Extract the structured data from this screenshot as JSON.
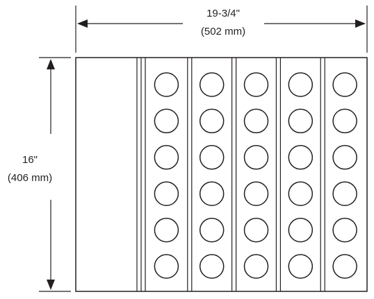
{
  "dimensions": {
    "width": {
      "imperial": "19-3/4\"",
      "metric": "(502 mm)"
    },
    "height": {
      "imperial": "16\"",
      "metric": "(406 mm)"
    }
  },
  "panel": {
    "column_count": 5,
    "holes_per_column": 6
  },
  "colors": {
    "ink": "#231f20",
    "background": "#ffffff"
  }
}
